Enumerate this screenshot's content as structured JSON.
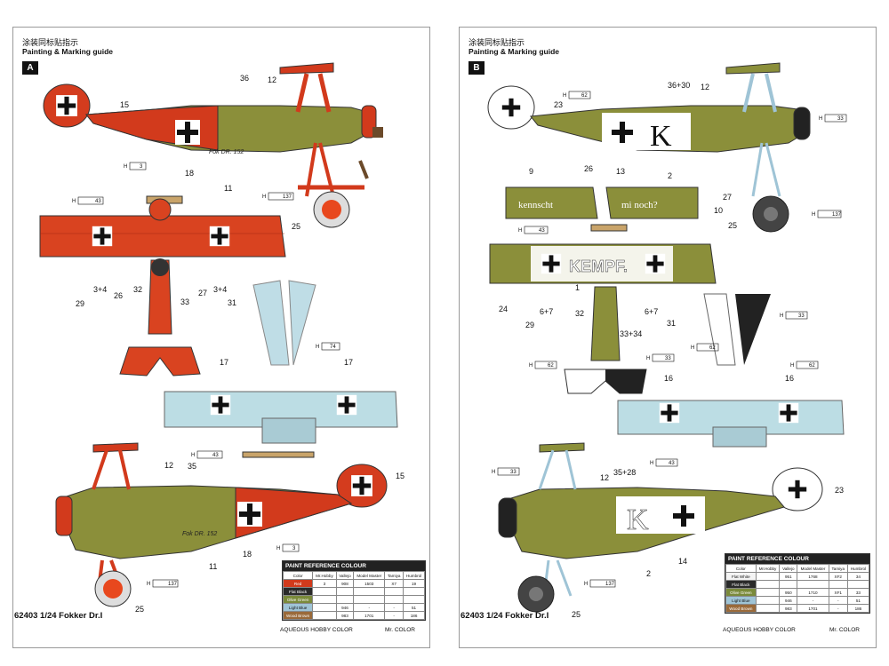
{
  "header_zh": "涂装同标贴指示",
  "header_en": "Painting & Marking guide",
  "footer": "62403 1/24 Fokker Dr.I",
  "table_title": "PAINT REFERENCE COLOUR",
  "table_columns": [
    "Color",
    "Mr.Hobby",
    "Vallejo",
    "Model Master",
    "Tamiya",
    "Humbrol"
  ],
  "legend": {
    "aqueous": "AQUEOUS HOBBY COLOR",
    "mr_color": "Mr. COLOR"
  },
  "sheet_a": {
    "badge": "A",
    "callouts": [
      "15",
      "36",
      "12",
      "18",
      "11",
      "25",
      "3+4",
      "26",
      "32",
      "33",
      "27",
      "3+4",
      "29",
      "31",
      "17",
      "17",
      "12",
      "35",
      "15",
      "18",
      "11",
      "25"
    ],
    "codes": [
      "3",
      "43",
      "137",
      "74",
      "43",
      "137",
      "3"
    ],
    "fuselage_serial": "Fok DR. 152",
    "rows": [
      {
        "color": "Red",
        "swatch": "#d23a1c",
        "cells": [
          "3",
          "908",
          "1503",
          "X7",
          "19"
        ]
      },
      {
        "color": "Flat Black",
        "swatch": "#2a2a2a",
        "cells": [
          "",
          "",
          "",
          "",
          ""
        ]
      },
      {
        "color": "Olive Green",
        "swatch": "#7a8a3a",
        "cells": [
          "",
          "",
          "",
          "",
          ""
        ]
      },
      {
        "color": "Light Blue",
        "swatch": "#9fc4d6",
        "cells": [
          "",
          "946",
          "-",
          "-",
          "51"
        ]
      },
      {
        "color": "Wood Brown",
        "swatch": "#9a6a3a",
        "cells": [
          "",
          "983",
          "1701",
          "-",
          "186"
        ]
      }
    ]
  },
  "sheet_b": {
    "badge": "B",
    "callouts": [
      "23",
      "36+30",
      "12",
      "13",
      "2",
      "9",
      "26",
      "27",
      "10",
      "25",
      "24",
      "1",
      "32",
      "6+7",
      "6+7",
      "31",
      "29",
      "33+34",
      "16",
      "16",
      "12",
      "35+28",
      "23",
      "2",
      "14",
      "25"
    ],
    "codes": [
      "62",
      "33",
      "137",
      "43",
      "33",
      "62",
      "62",
      "33",
      "62",
      "43",
      "33",
      "137"
    ],
    "side_letter": "K",
    "upper_wing_text": "KEMPF.",
    "tail_text_left": "kennscht",
    "tail_text_right": "mi noch?",
    "rows": [
      {
        "color": "Flat White",
        "swatch": "#f4f4f4",
        "cells": [
          "",
          "951",
          "1768",
          "XF2",
          "34"
        ]
      },
      {
        "color": "Flat Black",
        "swatch": "#2a2a2a",
        "cells": [
          "",
          "",
          "",
          "",
          ""
        ]
      },
      {
        "color": "Olive Green",
        "swatch": "#7a8a3a",
        "cells": [
          "",
          "950",
          "1710",
          "XF1",
          "33"
        ]
      },
      {
        "color": "Light Blue",
        "swatch": "#9fc4d6",
        "cells": [
          "",
          "946",
          "-",
          "-",
          "51"
        ]
      },
      {
        "color": "Wood Brown",
        "swatch": "#9a6a3a",
        "cells": [
          "",
          "983",
          "1701",
          "-",
          "186"
        ]
      }
    ]
  }
}
